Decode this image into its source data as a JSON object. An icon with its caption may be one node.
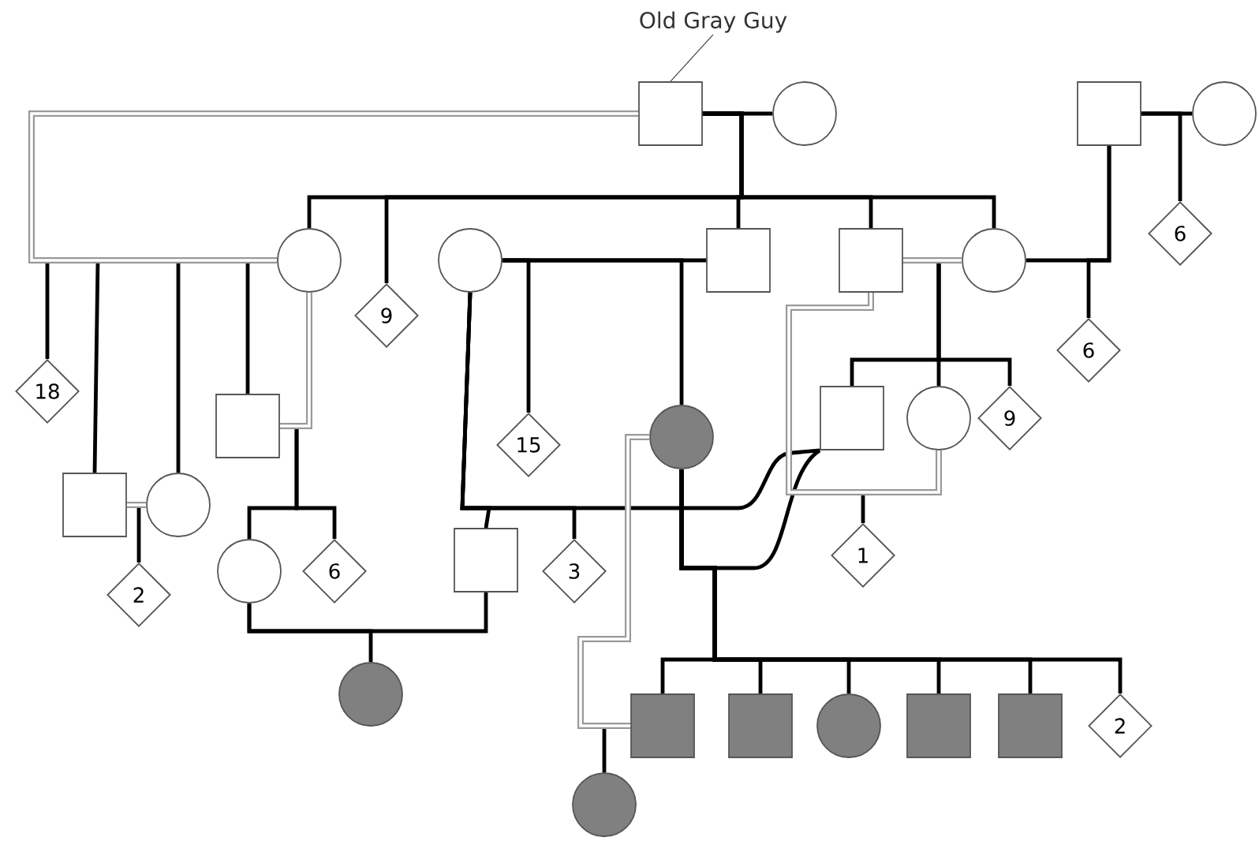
{
  "diagram": {
    "nodes": [
      {
        "text": [
          "Old Gray Guy"
        ]
      },
      {
        "text": [],
        "shape": "box"
      },
      {
        "text": [],
        "shape": "circle"
      },
      {
        "text": [],
        "shape": "box"
      },
      {
        "text": [],
        "shape": "circle"
      },
      {
        "text": [],
        "shape": "circle"
      },
      {
        "text": [
          "9"
        ]
      },
      {
        "text": [],
        "shape": "circle"
      },
      {
        "text": [],
        "shape": "box"
      },
      {
        "text": [],
        "shape": "box"
      },
      {
        "text": [],
        "shape": "circle"
      },
      {
        "text": [
          "6"
        ]
      },
      {
        "text": [
          "6"
        ]
      },
      {
        "text": [
          "18"
        ]
      },
      {
        "text": [],
        "shape": "box"
      },
      {
        "text": [],
        "shape": "circle"
      },
      {
        "text": [
          "15"
        ]
      },
      {
        "text": [],
        "shape": "box"
      },
      {
        "text": [],
        "shape": "circle"
      },
      {
        "text": [
          "9"
        ]
      },
      {
        "text": [],
        "shape": "box"
      },
      {
        "text": [],
        "shape": "circle"
      },
      {
        "text": [],
        "shape": "circle"
      },
      {
        "text": [
          "6"
        ]
      },
      {
        "text": [],
        "shape": "box"
      },
      {
        "text": [
          "3"
        ]
      },
      {
        "text": [
          "1"
        ]
      },
      {
        "text": [
          "2"
        ]
      },
      {
        "text": [],
        "shape": "circle"
      },
      {
        "text": [],
        "shape": "box"
      },
      {
        "text": [],
        "shape": "box"
      },
      {
        "text": [],
        "shape": "circle"
      },
      {
        "text": [],
        "shape": "box"
      },
      {
        "text": [],
        "shape": "box"
      },
      {
        "text": [
          "2"
        ]
      },
      {
        "text": [],
        "shape": "circle"
      }
    ],
    "edges": [
      {
        "from": 0,
        "to": 1,
        "arrow": "none"
      },
      {
        "from": 1,
        "to": 2,
        "arrow": "none"
      },
      {
        "from": 1,
        "to": 5,
        "arrow": "none"
      },
      {
        "from": 1,
        "to": 6,
        "arrow": "none"
      },
      {
        "from": 1,
        "to": 8,
        "arrow": "none"
      },
      {
        "from": 1,
        "to": 9,
        "arrow": "none"
      },
      {
        "from": 1,
        "to": 10,
        "arrow": "none"
      },
      {
        "from": 1,
        "to": 5,
        "arrow": "none",
        "color": "#999999"
      },
      {
        "from": 3,
        "to": 4,
        "arrow": "none"
      },
      {
        "from": 3,
        "to": 11,
        "arrow": "none"
      },
      {
        "from": 3,
        "to": 10,
        "arrow": "none"
      },
      {
        "from": 3,
        "to": 12,
        "arrow": "none"
      },
      {
        "from": 5,
        "to": 13,
        "arrow": "none"
      },
      {
        "from": 5,
        "to": 20,
        "arrow": "none"
      },
      {
        "from": 5,
        "to": 21,
        "arrow": "none"
      },
      {
        "from": 5,
        "to": 14,
        "arrow": "none"
      },
      {
        "from": 5,
        "to": 14,
        "arrow": "none",
        "color": "#999999"
      },
      {
        "from": 14,
        "to": 22,
        "arrow": "none"
      },
      {
        "from": 14,
        "to": 23,
        "arrow": "none"
      },
      {
        "from": 20,
        "to": 21,
        "arrow": "none",
        "color": "#999999"
      },
      {
        "from": 20,
        "to": 27,
        "arrow": "none"
      },
      {
        "from": 7,
        "to": 8,
        "arrow": "none"
      },
      {
        "from": 7,
        "to": 16,
        "arrow": "none"
      },
      {
        "from": 7,
        "to": 15,
        "arrow": "none"
      },
      {
        "from": 7,
        "to": 17,
        "arrow": "none"
      },
      {
        "from": 7,
        "to": 24,
        "arrow": "none"
      },
      {
        "from": 7,
        "to": 25,
        "arrow": "none"
      },
      {
        "from": 9,
        "to": 10,
        "arrow": "none",
        "color": "#999999"
      },
      {
        "from": 9,
        "to": 17,
        "arrow": "none"
      },
      {
        "from": 9,
        "to": 18,
        "arrow": "none"
      },
      {
        "from": 9,
        "to": 19,
        "arrow": "none"
      },
      {
        "from": 9,
        "to": 18,
        "arrow": "none",
        "color": "#999999"
      },
      {
        "from": 18,
        "to": 26,
        "arrow": "none"
      },
      {
        "from": 15,
        "to": 17,
        "arrow": "none"
      },
      {
        "from": 15,
        "to": 29,
        "arrow": "none"
      },
      {
        "from": 15,
        "to": 30,
        "arrow": "none"
      },
      {
        "from": 15,
        "to": 31,
        "arrow": "none"
      },
      {
        "from": 15,
        "to": 32,
        "arrow": "none"
      },
      {
        "from": 15,
        "to": 33,
        "arrow": "none"
      },
      {
        "from": 15,
        "to": 34,
        "arrow": "none"
      },
      {
        "from": 15,
        "to": 29,
        "arrow": "none",
        "color": "#999999"
      },
      {
        "from": 29,
        "to": 35,
        "arrow": "none"
      },
      {
        "from": 22,
        "to": 24,
        "arrow": "none"
      },
      {
        "from": 22,
        "to": 28,
        "arrow": "none"
      }
    ]
  }
}
